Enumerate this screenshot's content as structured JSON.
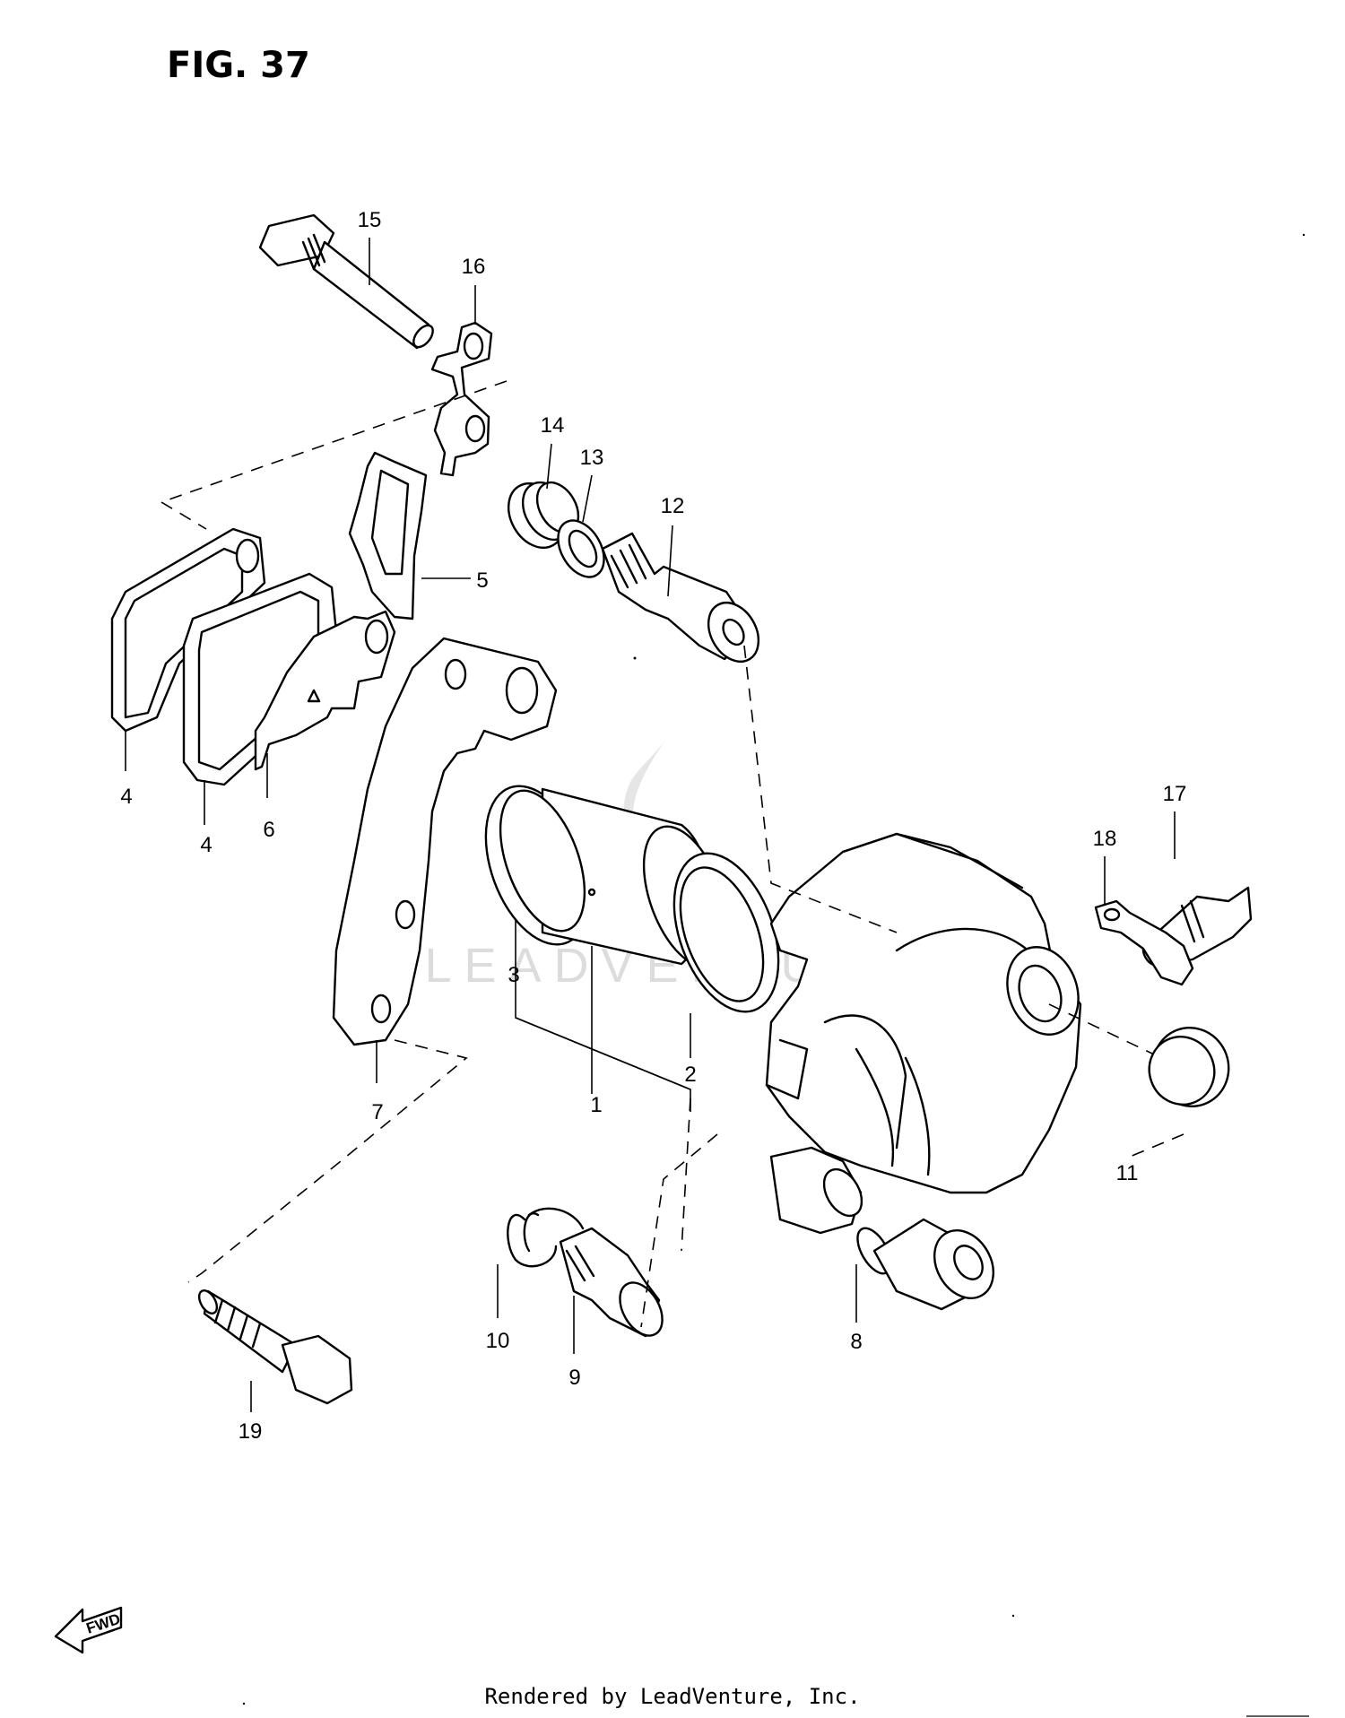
{
  "figure": {
    "title": "FIG. 37"
  },
  "watermark": {
    "text": "LEADVENTURE"
  },
  "callouts": {
    "p1": "1",
    "p2": "2",
    "p3": "3",
    "p4a": "4",
    "p4b": "4",
    "p5": "5",
    "p6": "6",
    "p7": "7",
    "p8": "8",
    "p9": "9",
    "p10": "10",
    "p11": "11",
    "p12": "12",
    "p13": "13",
    "p14": "14",
    "p15": "15",
    "p16": "16",
    "p17": "17",
    "p18": "18",
    "p19": "19"
  },
  "fwd": {
    "label": "FWD"
  },
  "footer": {
    "text": "Rendered by LeadVenture, Inc."
  }
}
